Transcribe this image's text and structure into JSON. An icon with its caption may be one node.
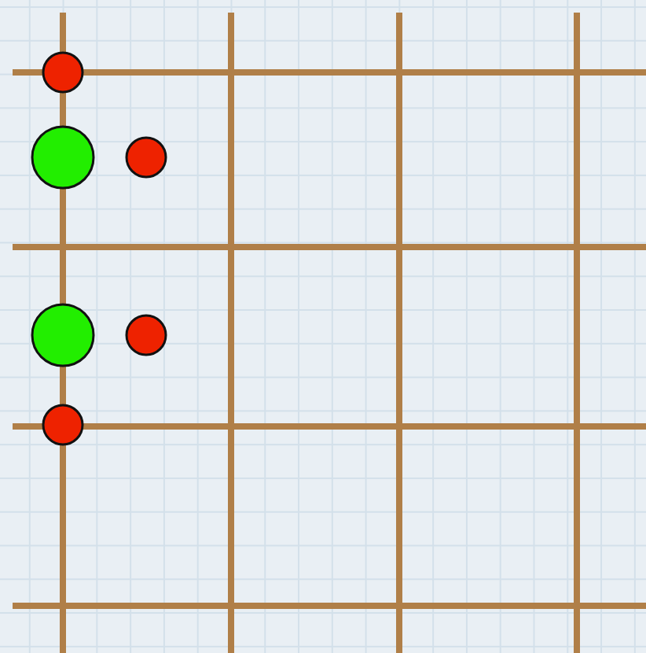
{
  "diagram": {
    "nodes": [
      {
        "text": [],
        "shape": "circle"
      },
      {
        "text": [],
        "shape": "circle"
      },
      {
        "text": [],
        "shape": "circle"
      },
      {
        "text": [],
        "shape": "circle"
      },
      {
        "text": [],
        "shape": "circle"
      },
      {
        "text": [],
        "shape": "circle"
      }
    ]
  }
}
